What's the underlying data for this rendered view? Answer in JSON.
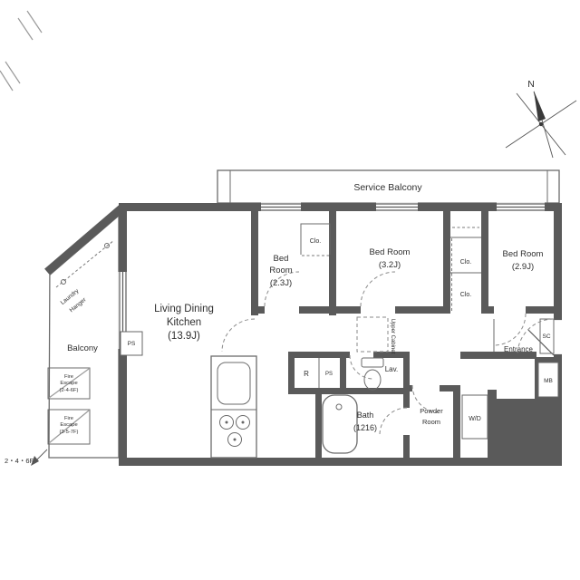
{
  "plan": {
    "compass": {
      "north_label": "N"
    },
    "service_balcony": {
      "label": "Service Balcony"
    },
    "balcony": {
      "label": "Balcony",
      "laundry_line1": "Laundry",
      "laundry_line2": "Hanger"
    },
    "fire_escape_upper": {
      "line1": "Fire",
      "line2": "Escape",
      "floors": "(2-4-6F)"
    },
    "fire_escape_lower": {
      "line1": "Fire",
      "line2": "Escape",
      "floors": "(3-5-7F)"
    },
    "floor_note": "2・4・6F",
    "rooms": {
      "ldk": {
        "name_line1": "Living Dining",
        "name_line2": "Kitchen",
        "size": "(13.9J)"
      },
      "bedroom1": {
        "name_line1": "Bed",
        "name_line2": "Room",
        "size": "(2.3J)"
      },
      "bedroom2": {
        "name": "Bed Room",
        "size": "(3.2J)"
      },
      "bedroom3": {
        "name": "Bed Room",
        "size": "(2.9J)"
      },
      "bath": {
        "name": "Bath",
        "size": "(1216)"
      },
      "powder": {
        "name_line1": "Powder",
        "name_line2": "Room"
      },
      "lavatory": {
        "label": "Lav."
      },
      "entrance": {
        "label": "Entrance"
      }
    },
    "features": {
      "closet_bedroom1": "Clo.",
      "closet_upper": "Clo.",
      "closet_lower": "Clo.",
      "shoe_closet": "SC",
      "meter_box": "MB",
      "washer_dryer": "W/D",
      "refrigerator": "R",
      "pipe_space_1": "PS",
      "pipe_space_2": "PS",
      "upper_cabinet": "Upper Cabinet"
    }
  },
  "colors": {
    "wall": "#5a5a5a",
    "thin_line": "#6b6b6b",
    "text": "#2e2e2e"
  }
}
